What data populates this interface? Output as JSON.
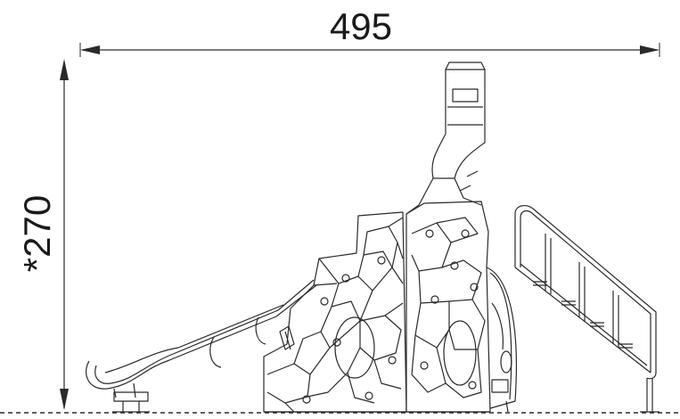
{
  "drawing": {
    "width_label": "495",
    "height_label": "*270",
    "line_color": "#2a2a2a",
    "ground_line": "dashed"
  }
}
